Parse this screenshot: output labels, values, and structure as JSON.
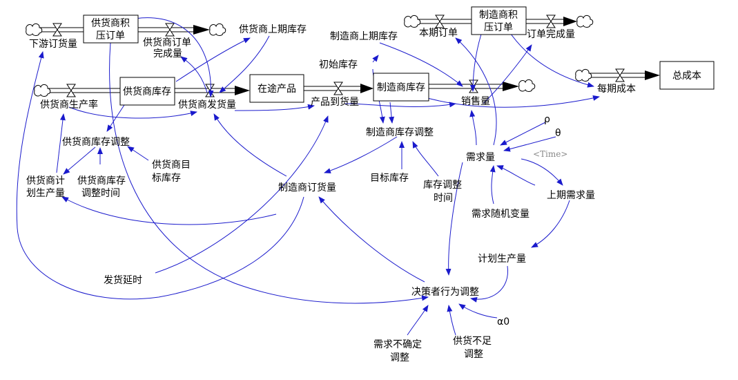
{
  "diagram_title": "供应链系统动力学模型",
  "stocks": {
    "supplier_backlog": "供货商积压订单",
    "supplier_inventory": "供货商库存",
    "in_transit": "在途产品",
    "manufacturer_inventory": "制造商库存",
    "manufacturer_backlog": "制造商积压订单",
    "total_cost": "总成本"
  },
  "flows": {
    "downstream_order": "下游订货量",
    "supplier_order_done": "供货商订单完成量",
    "supplier_production": "供货商生产率",
    "supplier_shipment": "供货商发货量",
    "product_arrival": "产品到货量",
    "sales": "销售量",
    "current_order": "本期订单",
    "order_done": "订单完成量",
    "period_cost": "每期成本"
  },
  "variables": {
    "supplier_prev_inventory": "供货商上期库存",
    "manufacturer_prev_inventory": "制造商上期库存",
    "initial_inventory": "初始库存",
    "supplier_inventory_adj": "供货商库存调整",
    "supplier_target_inventory": "供货商目标库存",
    "supplier_adj_time": "供货商库存调整时间",
    "supplier_planned_production": "供货商计划生产量",
    "manufacturer_order": "制造商订货量",
    "manufacturer_inventory_adj": "制造商库存调整",
    "target_inventory": "目标库存",
    "inventory_adj_time": "库存调整时间",
    "demand": "需求量",
    "rho": "ρ",
    "theta": "θ",
    "time": "<Time>",
    "prev_demand": "上期需求量",
    "demand_random": "需求随机变量",
    "planned_production": "计划生产量",
    "decision_adjust": "决策者行为调整",
    "shipping_delay": "发货延时",
    "demand_uncertainty_adj": "需求不确定调整",
    "supply_shortage_adj": "供货不足调整",
    "alpha0": "α0"
  }
}
